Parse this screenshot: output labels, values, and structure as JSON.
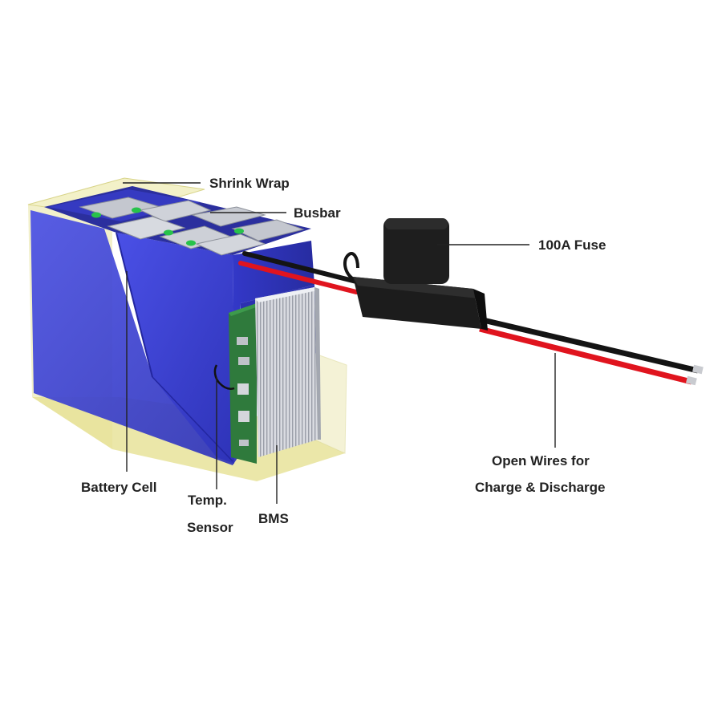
{
  "labels": {
    "shrink_wrap": "Shrink Wrap",
    "busbar": "Busbar",
    "fuse": "100A Fuse",
    "battery_cell": "Battery Cell",
    "temp_sensor_line1": "Temp.",
    "temp_sensor_line2": "Sensor",
    "bms": "BMS",
    "open_wires_line1": "Open Wires for",
    "open_wires_line2": "Charge & Discharge"
  },
  "colors": {
    "cell_blue": "#3a3fd6",
    "cell_blue_dark": "#2a2fa8",
    "pcb_green": "#2f7a3c",
    "wire_red": "#e0141e",
    "wire_black": "#141414",
    "fuse_black": "#1c1c1c",
    "heatsink": "#c9ccd3",
    "shrink_wrap": "#e9e7a0",
    "terminal_green": "#27c24a",
    "text": "#222222"
  }
}
